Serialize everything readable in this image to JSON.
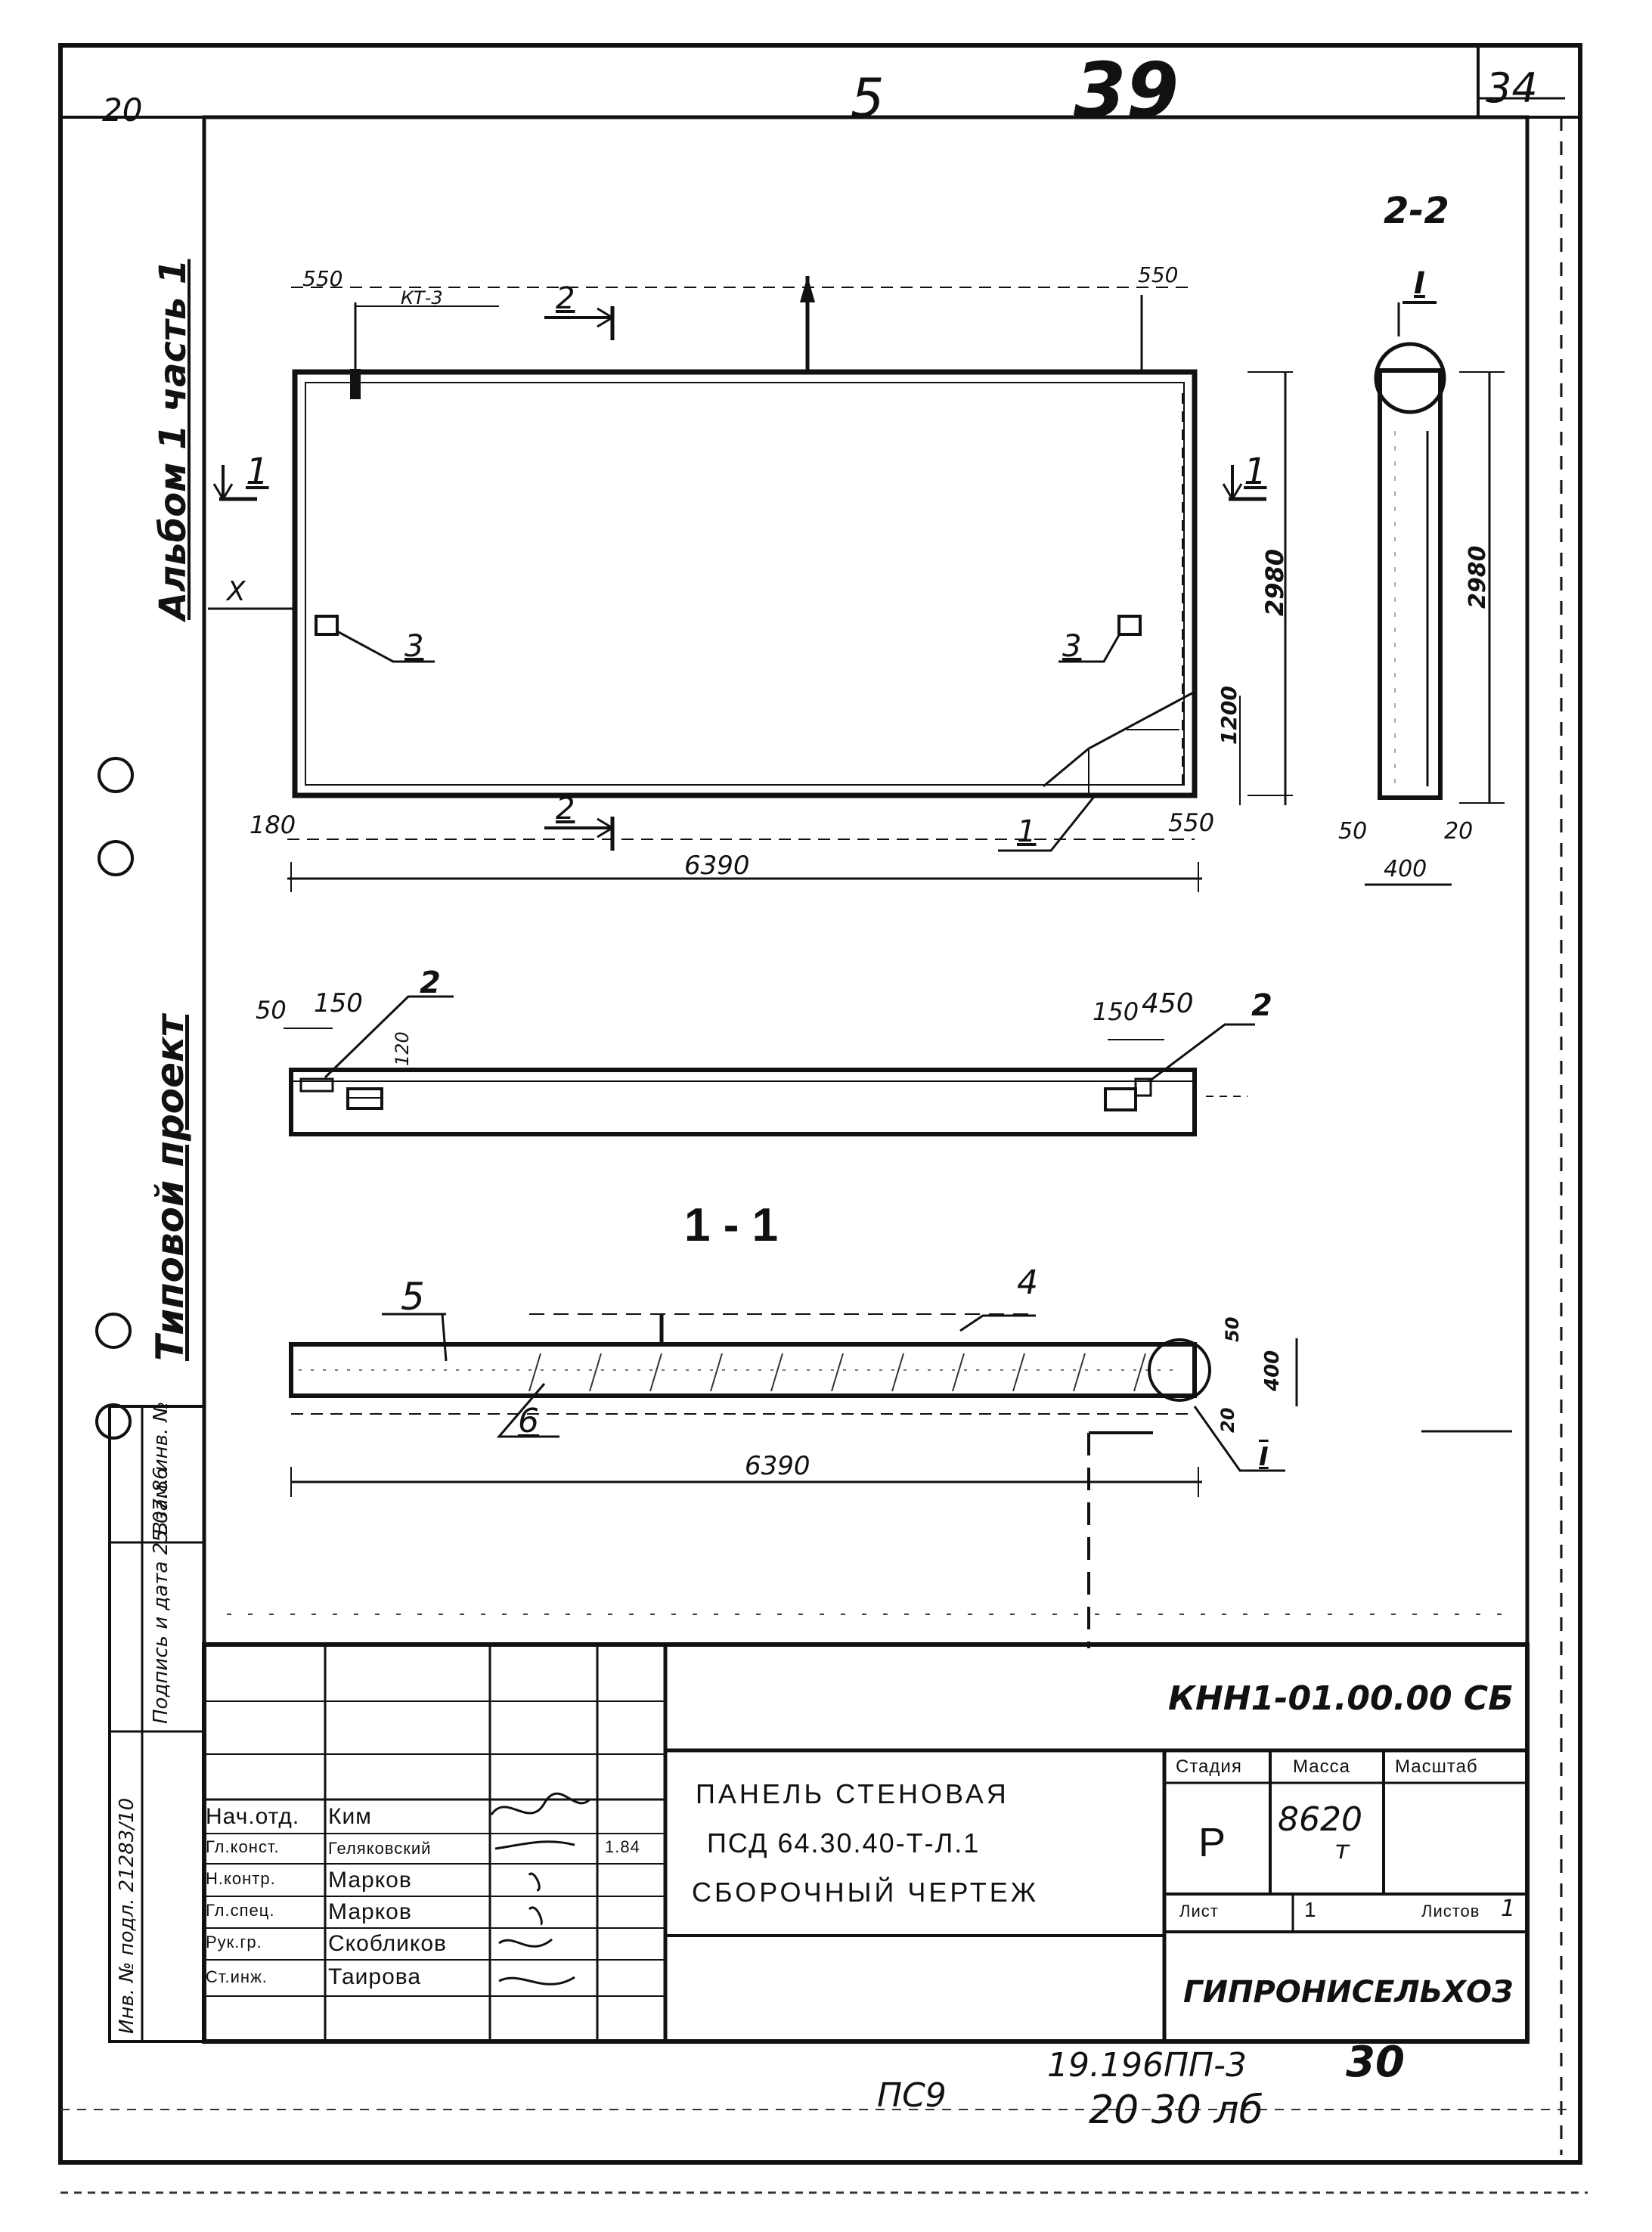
{
  "sheet": {
    "top_left_mark": "20",
    "top_mark_center": "5",
    "top_page_number": "39",
    "top_right_number": "34",
    "designation": "КНН1-01.00.00 СБ",
    "bottom_code": "ПС9",
    "bottom_ref": "19.196ПП-3",
    "bottom_num": "30",
    "bottom_scribble": "20 30 лб"
  },
  "side_labels": {
    "album": "Альбом 1 часть 1",
    "typovoy": "Типовой проект",
    "vzam_inv": "Взам. инв. №",
    "podpis_data": "Подпись и дата 25.07.86",
    "inv_podl": "Инв. № подл. 21283/10"
  },
  "drawing": {
    "main_view": {
      "dims": {
        "d550_left": "550",
        "d550_right": "550",
        "kt3": "КТ-3",
        "sec2_top": "2",
        "sec1_left": "1",
        "sec1_right": "1",
        "x_mark": "Х",
        "item3_left": "3",
        "item3_right": "3",
        "h2980": "2980",
        "h1200": "1200",
        "d180": "180",
        "sec2_bottom": "2",
        "item1": "1",
        "d550_bottom": "550",
        "total_length": "6390"
      }
    },
    "section_22": {
      "title": "2-2",
      "mark_I": "I",
      "h2980": "2980",
      "d50": "50",
      "d20": "20",
      "d400": "400"
    },
    "plan_view": {
      "d50": "50",
      "d150_left": "150",
      "d120": "120",
      "item2_left": "2",
      "d150_right": "150",
      "d450": "450",
      "item2_right": "2"
    },
    "section_11": {
      "title": "1 - 1",
      "item5": "5",
      "item4": "4",
      "item6": "6",
      "d50": "50",
      "d400": "400",
      "d20": "20",
      "mark_I": "I",
      "total_length": "6390"
    }
  },
  "title_block": {
    "roles": [
      {
        "role": "Нач.отд.",
        "name": "Ким",
        "date": ""
      },
      {
        "role": "Гл.конст.",
        "name": "Геляковский",
        "date": "1.84"
      },
      {
        "role": "Н.контр.",
        "name": "Марков",
        "date": ""
      },
      {
        "role": "Гл.спец.",
        "name": "Марков",
        "date": ""
      },
      {
        "role": "Рук.гр.",
        "name": "Скобликов",
        "date": ""
      },
      {
        "role": "Ст.инж.",
        "name": "Таирова",
        "date": ""
      }
    ],
    "product_name": "ПАНЕЛЬ СТЕНОВАЯ",
    "product_mark": "ПСД 64.30.40-Т-Л.1",
    "doc_type": "СБОРОЧНЫЙ ЧЕРТЕЖ",
    "col_stage": "Стадия",
    "col_mass": "Масса",
    "col_scale": "Масштаб",
    "stage": "Р",
    "mass": "8620",
    "mass_unit": "т",
    "sheet_label": "Лист",
    "sheet_value": "1",
    "sheets_label": "Листов",
    "sheets_value": "1",
    "organization": "ГИПРОНИСЕЛЬХОЗ"
  }
}
